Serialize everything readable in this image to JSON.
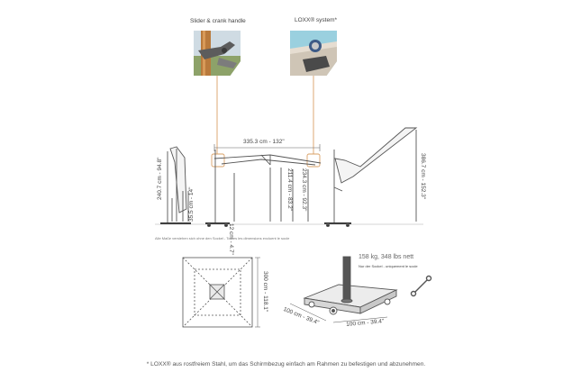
{
  "callouts": {
    "slider_title": "Slider & crank handle",
    "loxx_title": "LOXX® system*"
  },
  "dimensions": {
    "span": "335.3 cm - 132\"",
    "height_left": "240.7 cm - 94.8\"",
    "small_left": "35.5 cm - 14\"",
    "low_mid": "12 cm - 4.7\"",
    "mid_a": "211.4 cm - 83.2\"",
    "mid_b": "234.3 cm - 92.3\"",
    "height_right": "386.7 cm - 152.3\"",
    "canopy_size": "300 cm - 118.1\"",
    "base_depth": "100 cm - 39.4\"",
    "base_width": "100 cm - 39.4\""
  },
  "notes": {
    "sockel": "Alle Maße verstehen sich ohne den Sockel - Toutes les dimensions excluent le socle",
    "weight": "158 kg, 348 lbs nett",
    "weight_sub": "Nur der Sockel - uniquement le socle",
    "footnote": "* LOXX® aus rostfreiem Stahl, um das Schirmbezug einfach am Rahmen zu befestigen und abzunehmen."
  },
  "colors": {
    "accent": "#d9a066",
    "line": "#666666",
    "dark": "#333333"
  }
}
